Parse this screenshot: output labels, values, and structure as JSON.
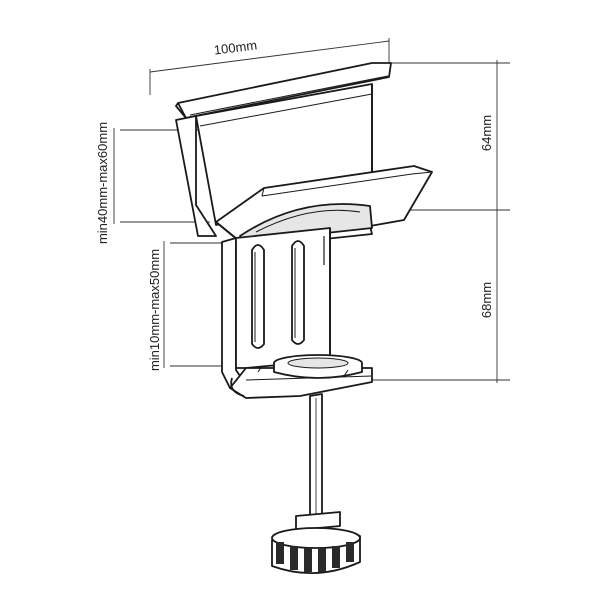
{
  "dimensions": {
    "width_label": "100mm",
    "upper_height_label": "64mm",
    "lower_height_label": "68mm",
    "upper_opening_label": "min40mm-max60mm",
    "lower_opening_label": "min10mm-max50mm"
  },
  "colors": {
    "stroke": "#1a1a1a",
    "fill": "#ffffff",
    "shade": "#e6e6e6",
    "dark": "#2a2a2a"
  }
}
